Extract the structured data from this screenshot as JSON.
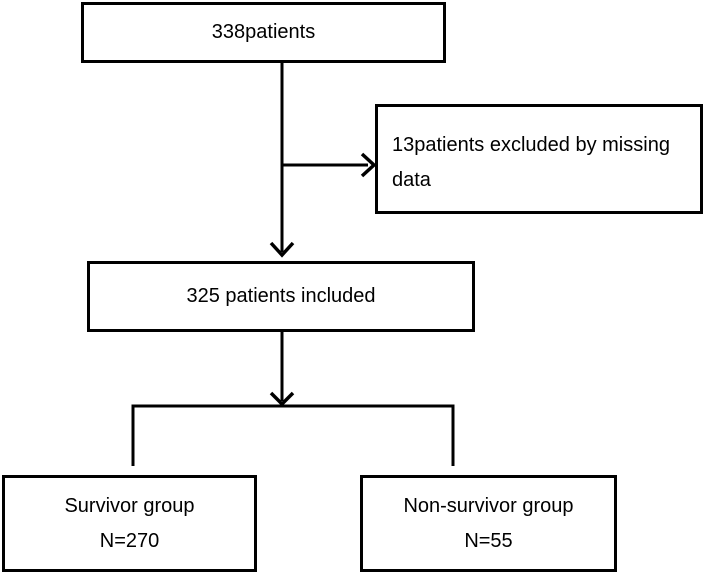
{
  "diagram": {
    "type": "patient-flowchart",
    "nodes": {
      "total": {
        "label": "338patients"
      },
      "excluded": {
        "lines": [
          "13patients excluded by missing",
          "data"
        ]
      },
      "included": {
        "label": "325 patients included"
      },
      "survivor": {
        "lines": [
          "Survivor group",
          "N=270"
        ]
      },
      "nonsurvivor": {
        "lines": [
          "Non-survivor group",
          "N=55"
        ]
      }
    },
    "colors": {
      "line": "#000000",
      "text": "#000000",
      "background": "#ffffff"
    }
  }
}
